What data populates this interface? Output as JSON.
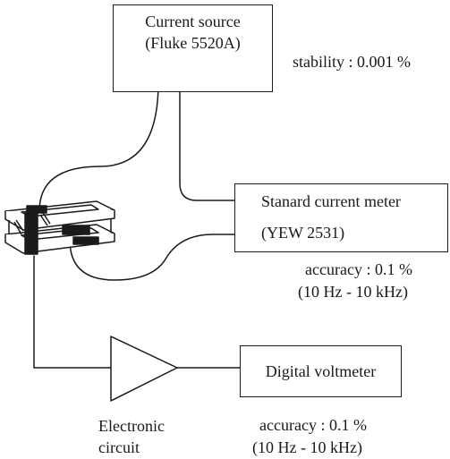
{
  "current_source": {
    "name": "Current source",
    "model": "(Fluke 5520A)",
    "spec": "stability : 0.001 %"
  },
  "current_meter": {
    "name": "Stanard current meter",
    "model": "(YEW 2531)",
    "spec_line1": "accuracy : 0.1 %",
    "spec_line2": "(10 Hz - 10 kHz)"
  },
  "electronic_circuit": {
    "label_line1": "Electronic",
    "label_line2": "circuit"
  },
  "voltmeter": {
    "name": "Digital voltmeter",
    "spec_line1": "accuracy : 0.1 %",
    "spec_line2": "(10 Hz - 10 kHz)"
  },
  "colors": {
    "line": "#1a1a1a",
    "background": "#ffffff"
  }
}
